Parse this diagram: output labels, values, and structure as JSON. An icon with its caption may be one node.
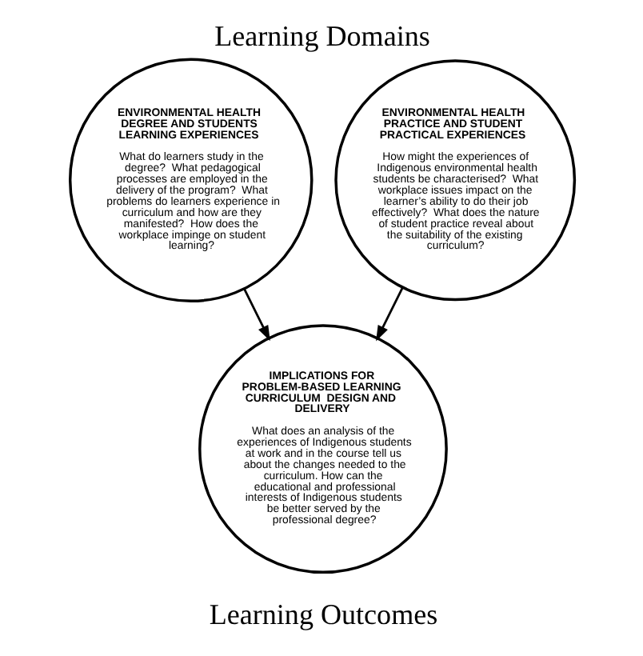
{
  "diagram": {
    "title": "Learning Domains",
    "nodes": [
      {
        "text": [
          "ENVIRONMENTAL HEALTH DEGREE AND STUDENTS LEARNING EXPERIENCES",
          "What do learners study in the degree?  What pedagogical processes are employed in the delivery of the program?  What problems do learners experience in curriculum and how are they manifested?  How does the workplace impinge on student learning?"
        ]
      },
      {
        "text": [
          "ENVIRONMENTAL HEALTH  PRACTICE AND STUDENT PRACTICAL EXPERIENCES",
          "How might the experiences of Indigenous environmental health students be characterised?  What workplace issues impact on the learner’s ability to do their job effectively?  What does the nature of student practice reveal about the suitability of the existing curriculum?"
        ]
      },
      {
        "text": [
          "IMPLICATIONS FOR PROBLEM-BASED LEARNING CURRICULUM  DESIGN AND DELIVERY",
          "What does an analysis of the experiences of Indigenous students at work and in the course tell us about the changes needed to the curriculum. How can the educational and professional interests of Indigenous students be better served by the professional degree?"
        ]
      }
    ],
    "edges": [
      {
        "from": 0,
        "to": 2,
        "arrow": "to"
      },
      {
        "from": 1,
        "to": 2,
        "arrow": "to"
      }
    ],
    "labels": [
      "Learning Outcomes"
    ]
  }
}
